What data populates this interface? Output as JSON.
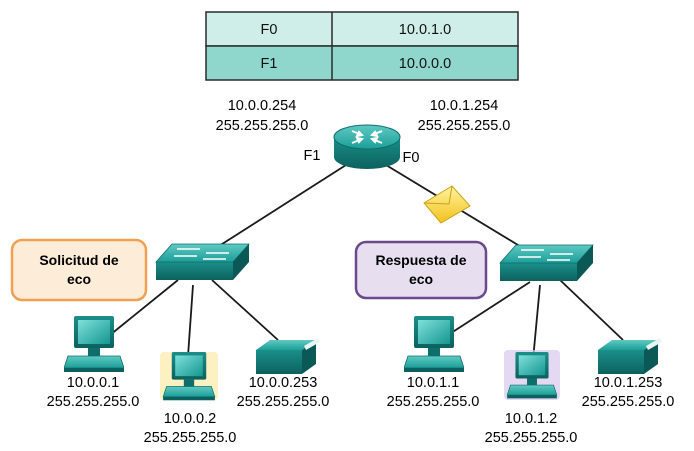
{
  "routing_table": {
    "rows": [
      {
        "interface": "F0",
        "network": "10.0.1.0"
      },
      {
        "interface": "F1",
        "network": "10.0.0.0"
      }
    ]
  },
  "router": {
    "f1_ip": "10.0.0.254",
    "f1_mask": "255.255.255.0",
    "f0_ip": "10.0.1.254",
    "f0_mask": "255.255.255.0",
    "f1_label": "F1",
    "f0_label": "F0"
  },
  "left_bubble": {
    "line1": "Solicitud de",
    "line2": "eco"
  },
  "right_bubble": {
    "line1": "Respuesta de",
    "line2": "eco"
  },
  "hosts": {
    "h1": {
      "ip": "10.0.0.1",
      "mask": "255.255.255.0"
    },
    "h2": {
      "ip": "10.0.0.2",
      "mask": "255.255.255.0"
    },
    "h3": {
      "ip": "10.0.0.253",
      "mask": "255.255.255.0"
    },
    "h4": {
      "ip": "10.0.1.1",
      "mask": "255.255.255.0"
    },
    "h5": {
      "ip": "10.0.1.2",
      "mask": "255.255.255.0"
    },
    "h6": {
      "ip": "10.0.1.253",
      "mask": "255.255.255.0"
    }
  },
  "colors": {
    "device_teal": "#1a9a96",
    "device_dark": "#0d6e6b",
    "table_row1": "#cfeee9",
    "table_row2": "#8fd6cc",
    "left_bubble_border": "#f0a050",
    "left_bubble_fill": "#fdecd7",
    "right_bubble_border": "#6a4a8c",
    "right_bubble_fill": "#e7dff0",
    "envelope": "#f7d33a"
  }
}
